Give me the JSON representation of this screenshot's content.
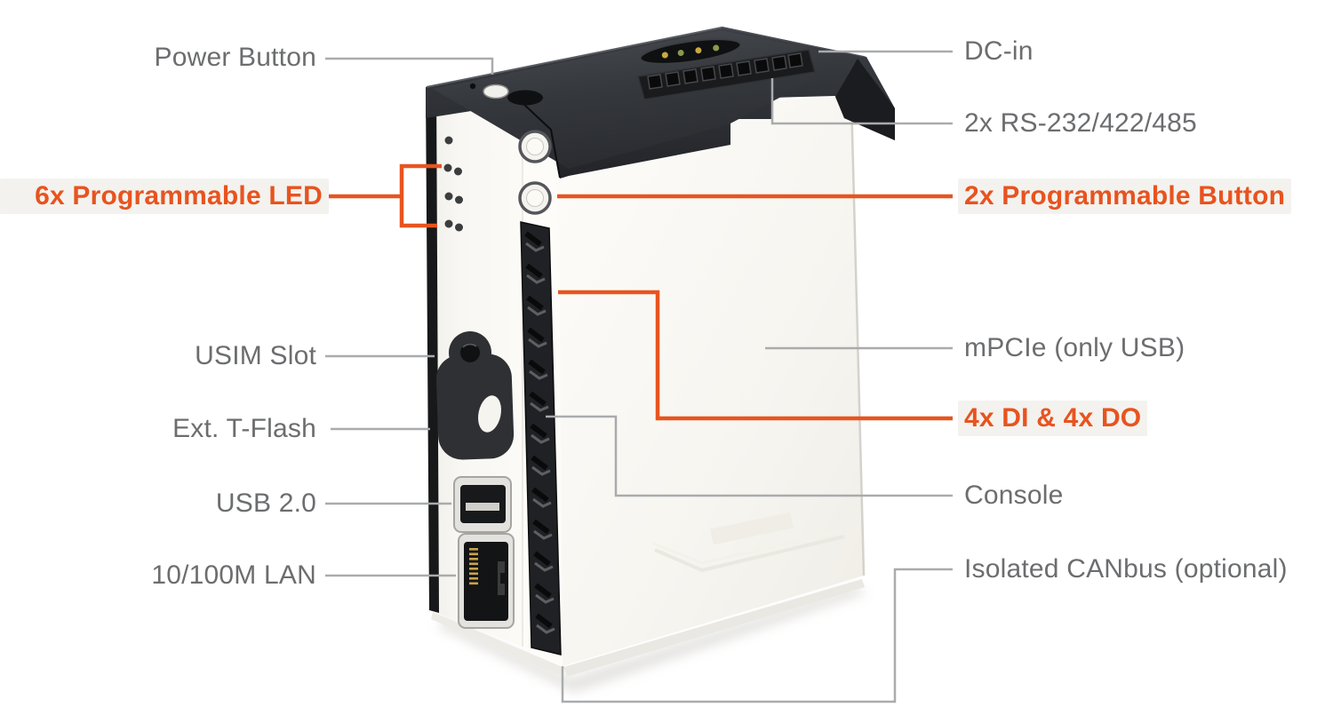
{
  "figure": {
    "type": "product-callout-diagram",
    "device": "DIN-rail industrial IoT gateway",
    "background_color": "#ffffff",
    "accent_color": "#e8531f",
    "label_text_color": "#6c6d6f",
    "callout_line_gray": "#a9abad",
    "device_parts": [
      "power-button",
      "programmable-leds",
      "usim-tflash-cover",
      "usb-port",
      "lan-port",
      "dc-in-connector",
      "rs232-terminal-block",
      "programmable-buttons",
      "dio-terminal-block",
      "side-panel"
    ]
  },
  "labels_left": [
    {
      "id": "power-button",
      "text": "Power Button",
      "style": "gray"
    },
    {
      "id": "programmable-led",
      "text": "6x Programmable LED",
      "style": "orange"
    },
    {
      "id": "usim-slot",
      "text": "USIM Slot",
      "style": "gray"
    },
    {
      "id": "ext-t-flash",
      "text": "Ext. T-Flash",
      "style": "gray"
    },
    {
      "id": "usb-2-0",
      "text": "USB 2.0",
      "style": "gray"
    },
    {
      "id": "lan",
      "text": "10/100M LAN",
      "style": "gray"
    }
  ],
  "labels_right": [
    {
      "id": "dc-in",
      "text": "DC-in",
      "style": "gray"
    },
    {
      "id": "rs-232",
      "text": "2x RS-232/422/485",
      "style": "gray"
    },
    {
      "id": "programmable-button",
      "text": "2x Programmable Button",
      "style": "orange"
    },
    {
      "id": "mpcie",
      "text": "mPCIe (only USB)",
      "style": "gray"
    },
    {
      "id": "di-do",
      "text": "4x DI & 4x DO",
      "style": "orange"
    },
    {
      "id": "console",
      "text": "Console",
      "style": "gray"
    },
    {
      "id": "isolated-canbus",
      "text": "Isolated CANbus (optional)",
      "style": "gray"
    }
  ]
}
